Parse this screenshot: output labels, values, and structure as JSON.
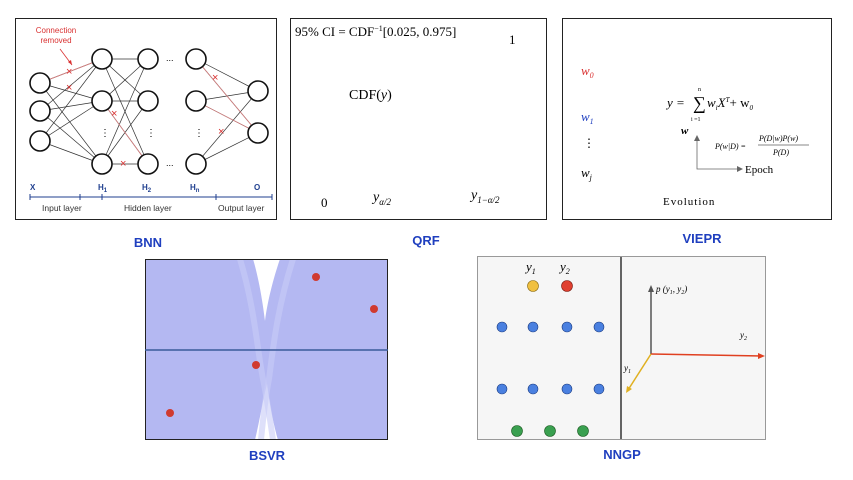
{
  "captions": {
    "bnn": "BNN",
    "qrf": "QRF",
    "viepr": "VIEPR",
    "bsvr": "BSVR",
    "nngp": "NNGP"
  },
  "bnn": {
    "annotation_line1": "Connection",
    "annotation_line2": "removed",
    "layer_x": "X",
    "layer_h1": "H",
    "layer_h1_sub": "1",
    "layer_h2": "H",
    "layer_h2_sub": "2",
    "layer_hn": "H",
    "layer_hn_sub": "n",
    "layer_o": "O",
    "input_layer": "Input layer",
    "hidden_layer": "Hidden layer",
    "output_layer": "Output layer",
    "ellipsis": "...",
    "vdots": "⋮",
    "colors": {
      "removed": "#d93030",
      "annotation": "#d93030",
      "axis": "#1f3f8f"
    }
  },
  "qrf": {
    "ci_prefix": "95% CI = CDF",
    "ci_sup": "−1",
    "ci_suffix": "[0.025, 0.975]",
    "one": "1",
    "cdf": "CDF(",
    "cdf_var": "y",
    "cdf_close": ")",
    "zero": "0",
    "y_low": "y",
    "y_low_sub": "α/2",
    "y_high": "y",
    "y_high_sub": "1−α/2"
  },
  "viepr": {
    "w0": "w",
    "w0_sub": "0",
    "w1": "w",
    "w1_sub": "1",
    "vdots": "⋮",
    "wj": "w",
    "wj_sub": "j",
    "equation_lhs": "y =",
    "equation_sum": "∑",
    "equation_top": "n",
    "equation_bottom": "i =1",
    "equation_term": "w",
    "equation_term_sub": "i",
    "equation_x": "X",
    "equation_x_sup": "T",
    "equation_plus": "+ w",
    "equation_plus_sub": "0",
    "w_bold": "w",
    "posterior_lhs": "P(w|D) =",
    "posterior_num": "P(D|w)P(w)",
    "posterior_den": "P(D)",
    "epoch": "Epoch",
    "evolution": "Evolution",
    "colors": {
      "w0": "#d93030",
      "w1": "#2040c0"
    }
  },
  "bsvr": {
    "colors": {
      "band": "#aab0f0",
      "line": "#3a5a9a",
      "point": "#d03a30"
    }
  },
  "nngp": {
    "y1": "y",
    "y1_sub": "1",
    "y2": "y",
    "y2_sub": "2",
    "p_label": "p (y",
    "p_label_sub1": "1",
    "p_label_mid": ", y",
    "p_label_sub2": "2",
    "p_label_close": ")",
    "axis_y2": "y",
    "axis_y2_sub": "2",
    "axis_y1": "y",
    "axis_y1_sub": "1",
    "colors": {
      "y1": "#f0c040",
      "y2": "#e04030",
      "node": "#4a80e0",
      "input": "#3aa050",
      "axis_vertical": "#555555",
      "axis_y2": "#e04020",
      "axis_y1": "#e0b020"
    }
  }
}
